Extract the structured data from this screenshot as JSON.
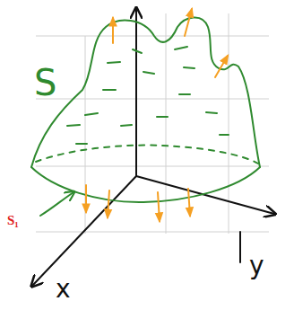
{
  "diagram": {
    "labels": [
      "S",
      "S₁",
      "x",
      "y"
    ]
  }
}
